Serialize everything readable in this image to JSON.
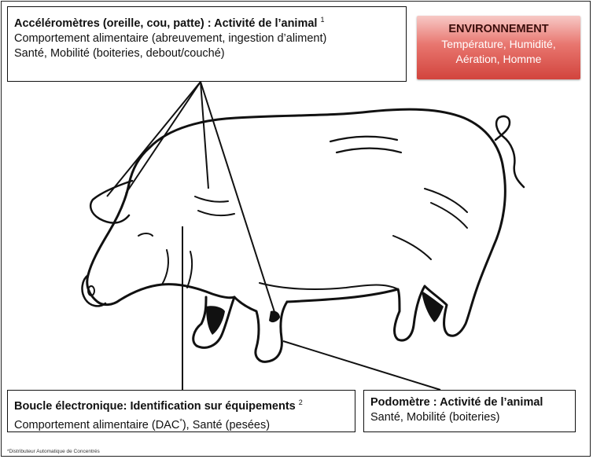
{
  "accelerometres": {
    "title": "Accéléromètres (oreille, cou, patte) : Activité de l’animal",
    "sup": "1",
    "line1": "Comportement alimentaire (abreuvement, ingestion d’aliment)",
    "line2": "Santé, Mobilité (boiteries, debout/couché)"
  },
  "environnement": {
    "title": "ENVIRONNEMENT",
    "line1": "Température, Humidité,",
    "line2": "Aération, Homme",
    "color": "#d9524b"
  },
  "boucle": {
    "title": "Boucle électronique: Identification sur équipements",
    "sup": "2",
    "line1": "Comportement alimentaire (DAC*), Santé (pesées)"
  },
  "podometre": {
    "title": "Podomètre : Activité de l’animal",
    "line1": "Santé, Mobilité (boiteries)"
  },
  "footnote": "*Distributeur Automatique de Concentrés"
}
